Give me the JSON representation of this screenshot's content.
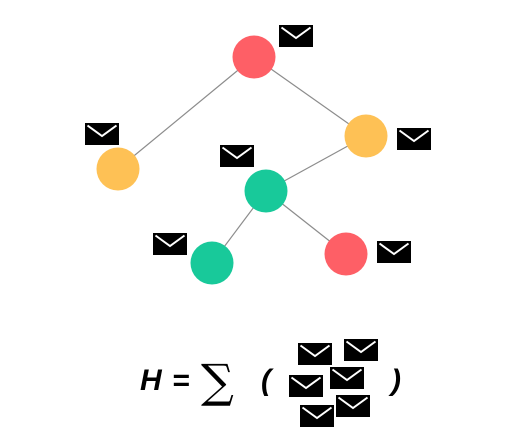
{
  "colors": {
    "red": "#fe5f66",
    "orange": "#fec155",
    "green": "#18c99a",
    "edge": "#8c8c8c",
    "envelope": "#000000",
    "envelope_flap": "#ffffff"
  },
  "icons": {
    "node": "circle",
    "message": "envelope-icon"
  },
  "tree": {
    "nodes": [
      {
        "id": "root",
        "color": "red"
      },
      {
        "id": "left-child",
        "color": "orange"
      },
      {
        "id": "right-child",
        "color": "orange"
      },
      {
        "id": "middle",
        "color": "green"
      },
      {
        "id": "bottom-left",
        "color": "green"
      },
      {
        "id": "bottom-right",
        "color": "red"
      }
    ],
    "edges": [
      [
        "root",
        "left-child"
      ],
      [
        "root",
        "right-child"
      ],
      [
        "right-child",
        "middle"
      ],
      [
        "middle",
        "bottom-left"
      ],
      [
        "middle",
        "bottom-right"
      ]
    ],
    "messages_per_node": 1
  },
  "formula": {
    "lhs": "H",
    "equals": "=",
    "sum": "∑",
    "open_paren": "(",
    "close_paren": ")",
    "message_count": 6
  }
}
